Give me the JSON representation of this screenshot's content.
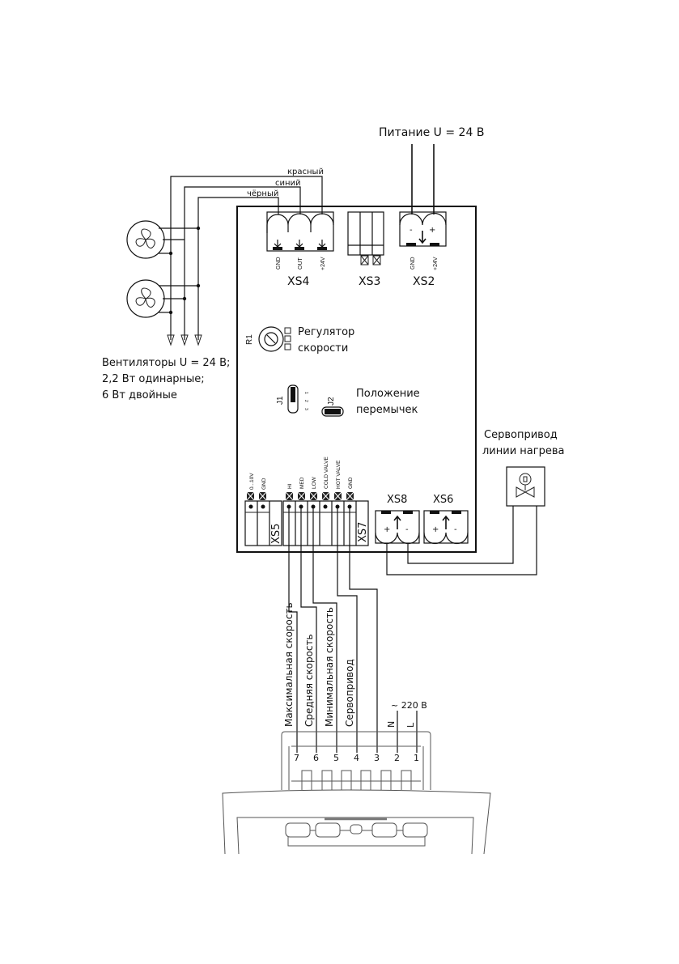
{
  "power": {
    "label": "Питание U = 24 В"
  },
  "wire_colors": {
    "red": "красный",
    "blue": "синий",
    "black": "чёрный"
  },
  "connectors": {
    "xs4": {
      "name": "XS4",
      "pins": [
        "GND",
        "OUT",
        "+24V"
      ]
    },
    "xs3": {
      "name": "XS3"
    },
    "xs2": {
      "name": "XS2",
      "pins": [
        "GND",
        "+24V"
      ],
      "signs": [
        "-",
        "+"
      ]
    },
    "xs5": {
      "name": "XS5",
      "pins": [
        "0...10V",
        "GND"
      ]
    },
    "xs7": {
      "name": "XS7",
      "pins": [
        "HI",
        "MED",
        "LOW",
        "COLD VALVE",
        "HOT VALVE",
        "GND"
      ]
    },
    "xs8": {
      "name": "XS8",
      "signs": [
        "+",
        "-"
      ]
    },
    "xs6": {
      "name": "XS6",
      "signs": [
        "+",
        "-"
      ]
    }
  },
  "fans": {
    "line1": "Вентиляторы U = 24 В;",
    "line2": "2,2 Вт одинарные;",
    "line3": "6 Вт двойные"
  },
  "regulator": {
    "ref": "R1",
    "line1": "Регулятор",
    "line2": "скорости"
  },
  "jumpers": {
    "j1": "J1",
    "j2": "J2",
    "j1_pins": [
      "1",
      "2",
      "3"
    ],
    "line1": "Положение",
    "line2": "перемычек"
  },
  "servo": {
    "line1": "Сервопривод",
    "line2": "линии нагрева"
  },
  "thermostat": {
    "wire_labels": [
      "Максимальная скорость",
      "Средняя скорость",
      "Минимальная скорость",
      "Сервопривод"
    ],
    "mains_label": "~ 220 В",
    "mains_pins": [
      "N",
      "L"
    ],
    "terminals": [
      "7",
      "6",
      "5",
      "4",
      "3",
      "2",
      "1"
    ]
  }
}
